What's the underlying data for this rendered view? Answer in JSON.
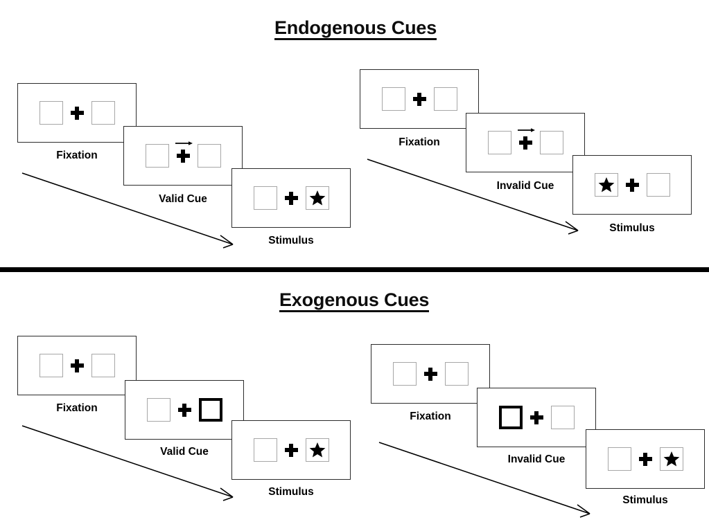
{
  "figure": {
    "background_color": "#ffffff",
    "ink_color": "#000000",
    "box_outline_color": "#a6a6a6",
    "frame_outline_color": "#2b2b2b",
    "cued_box_color": "#000000"
  },
  "divider": {
    "name": "section-divider",
    "color": "#000000"
  },
  "sections": [
    {
      "id": "endogenous",
      "title": "Endogenous Cues",
      "panels": [
        {
          "id": "endogenous-valid",
          "validity": "valid",
          "frames": [
            {
              "caption": "Fixation",
              "left_box": {
                "cued": false,
                "star": false
              },
              "right_box": {
                "cued": false,
                "star": false
              },
              "arrow_cue": false
            },
            {
              "caption": "Valid Cue",
              "left_box": {
                "cued": false,
                "star": false
              },
              "right_box": {
                "cued": false,
                "star": false
              },
              "arrow_cue": true,
              "arrow_direction": "right"
            },
            {
              "caption": "Stimulus",
              "left_box": {
                "cued": false,
                "star": false
              },
              "right_box": {
                "cued": false,
                "star": true
              },
              "arrow_cue": false
            }
          ]
        },
        {
          "id": "endogenous-invalid",
          "validity": "invalid",
          "frames": [
            {
              "caption": "Fixation",
              "left_box": {
                "cued": false,
                "star": false
              },
              "right_box": {
                "cued": false,
                "star": false
              },
              "arrow_cue": false
            },
            {
              "caption": "Invalid Cue",
              "left_box": {
                "cued": false,
                "star": false
              },
              "right_box": {
                "cued": false,
                "star": false
              },
              "arrow_cue": true,
              "arrow_direction": "right"
            },
            {
              "caption": "Stimulus",
              "left_box": {
                "cued": false,
                "star": true
              },
              "right_box": {
                "cued": false,
                "star": false
              },
              "arrow_cue": false
            }
          ]
        }
      ]
    },
    {
      "id": "exogenous",
      "title": "Exogenous Cues",
      "panels": [
        {
          "id": "exogenous-valid",
          "validity": "valid",
          "frames": [
            {
              "caption": "Fixation",
              "left_box": {
                "cued": false,
                "star": false
              },
              "right_box": {
                "cued": false,
                "star": false
              },
              "arrow_cue": false
            },
            {
              "caption": "Valid Cue",
              "left_box": {
                "cued": false,
                "star": false
              },
              "right_box": {
                "cued": true,
                "star": false
              },
              "arrow_cue": false
            },
            {
              "caption": "Stimulus",
              "left_box": {
                "cued": false,
                "star": false
              },
              "right_box": {
                "cued": false,
                "star": true
              },
              "arrow_cue": false
            }
          ]
        },
        {
          "id": "exogenous-invalid",
          "validity": "invalid",
          "frames": [
            {
              "caption": "Fixation",
              "left_box": {
                "cued": false,
                "star": false
              },
              "right_box": {
                "cued": false,
                "star": false
              },
              "arrow_cue": false
            },
            {
              "caption": "Invalid Cue",
              "left_box": {
                "cued": true,
                "star": false
              },
              "right_box": {
                "cued": false,
                "star": false
              },
              "arrow_cue": false
            },
            {
              "caption": "Stimulus",
              "left_box": {
                "cued": false,
                "star": false
              },
              "right_box": {
                "cued": false,
                "star": true
              },
              "arrow_cue": false
            }
          ]
        }
      ]
    }
  ],
  "labels": {
    "endogenous_title": "Endogenous Cues",
    "exogenous_title": "Exogenous Cues",
    "fixation": "Fixation",
    "valid_cue": "Valid Cue",
    "invalid_cue": "Invalid Cue",
    "stimulus": "Stimulus"
  }
}
